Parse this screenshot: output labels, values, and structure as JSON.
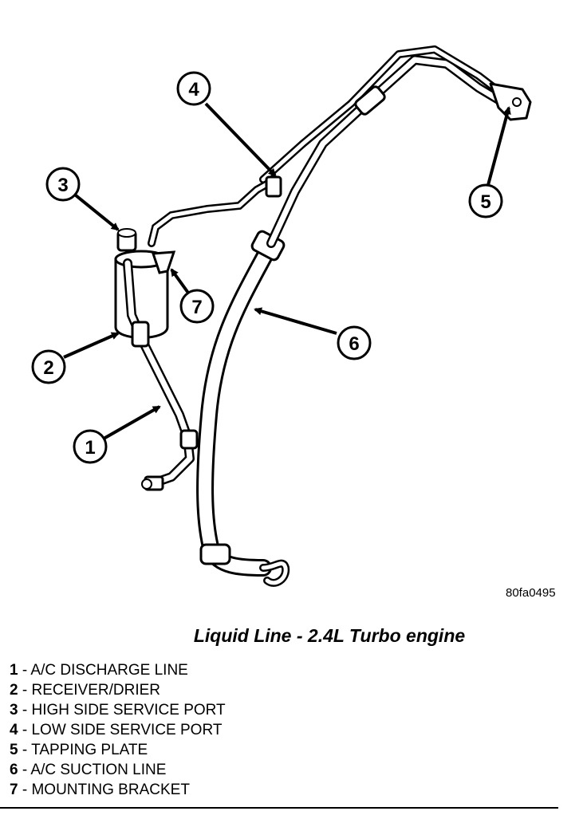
{
  "figure": {
    "code": "80fa0495",
    "caption": "Liquid Line - 2.4L Turbo engine"
  },
  "callouts": [
    "1",
    "2",
    "3",
    "4",
    "5",
    "6",
    "7"
  ],
  "legend": [
    {
      "num": "1",
      "label": "A/C DISCHARGE LINE"
    },
    {
      "num": "2",
      "label": "RECEIVER/DRIER"
    },
    {
      "num": "3",
      "label": "HIGH SIDE SERVICE PORT"
    },
    {
      "num": "4",
      "label": "LOW SIDE SERVICE PORT"
    },
    {
      "num": "5",
      "label": "TAPPING PLATE"
    },
    {
      "num": "6",
      "label": "A/C SUCTION LINE"
    },
    {
      "num": "7",
      "label": "MOUNTING BRACKET"
    }
  ],
  "colors": {
    "ink": "#000000",
    "paper": "#ffffff"
  }
}
